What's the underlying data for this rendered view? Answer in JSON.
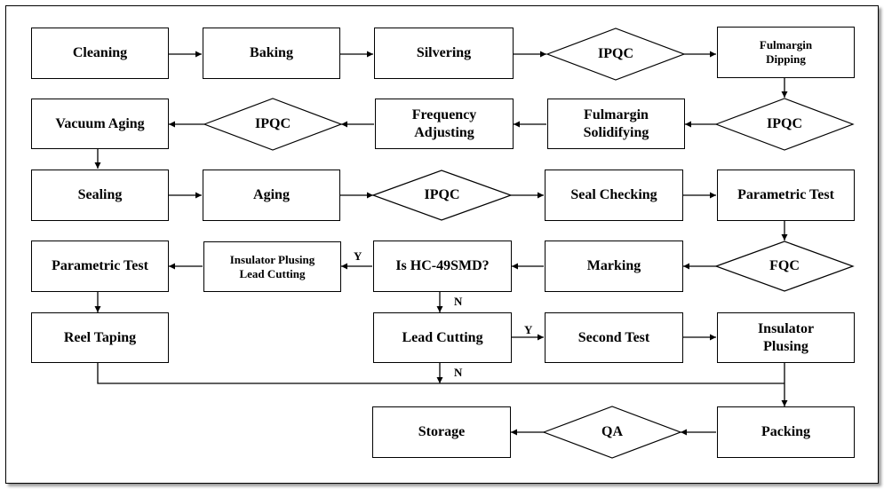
{
  "nodes": {
    "cleaning": "Cleaning",
    "baking": "Baking",
    "silvering": "Silvering",
    "ipqc1": "IPQC",
    "fulmargin_dipping": "Fulmargin\nDipping",
    "ipqc2": "IPQC",
    "fulmargin_solidifying": "Fulmargin\nSolidifying",
    "frequency_adjusting": "Frequency\nAdjusting",
    "ipqc3": "IPQC",
    "vacuum_aging": "Vacuum Aging",
    "sealing": "Sealing",
    "aging": "Aging",
    "ipqc4": "IPQC",
    "seal_checking": "Seal Checking",
    "parametric_test1": "Parametric Test",
    "fqc": "FQC",
    "marking": "Marking",
    "is_hc49smd": "Is HC-49SMD?",
    "insulator_plusing_lead_cutting": "Insulator Plusing\nLead Cutting",
    "parametric_test2": "Parametric Test",
    "reel_taping": "Reel Taping",
    "lead_cutting": "Lead Cutting",
    "second_test": "Second Test",
    "insulator_plusing": "Insulator\nPlusing",
    "packing": "Packing",
    "qa": "QA",
    "storage": "Storage"
  },
  "labels": {
    "y_hc_to_insulator": "Y",
    "n_hc_to_lead": "N",
    "y_lead_to_second": "Y",
    "n_lead_to_bottom": "N"
  }
}
